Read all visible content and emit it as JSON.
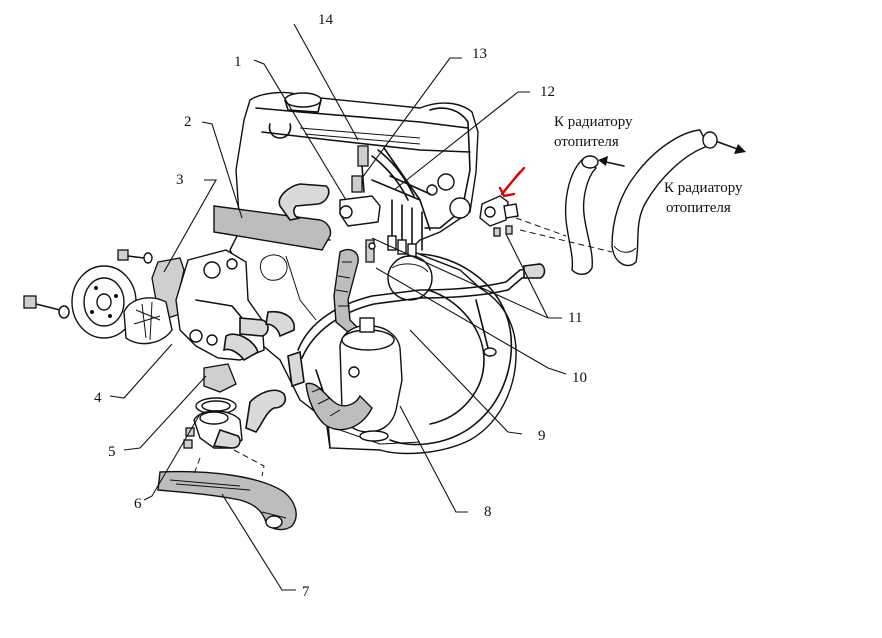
{
  "callouts": [
    {
      "id": "1",
      "label": "1"
    },
    {
      "id": "2",
      "label": "2"
    },
    {
      "id": "3",
      "label": "3"
    },
    {
      "id": "4",
      "label": "4"
    },
    {
      "id": "5",
      "label": "5"
    },
    {
      "id": "6",
      "label": "6"
    },
    {
      "id": "7",
      "label": "7"
    },
    {
      "id": "8",
      "label": "8"
    },
    {
      "id": "9",
      "label": "9"
    },
    {
      "id": "10",
      "label": "10"
    },
    {
      "id": "11",
      "label": "11"
    },
    {
      "id": "12",
      "label": "12"
    },
    {
      "id": "13",
      "label": "13"
    },
    {
      "id": "14",
      "label": "14"
    }
  ],
  "annotations": {
    "heater_hose_top_line1": "К радиатору",
    "heater_hose_top_line2": "отопителя",
    "heater_hose_right_line1": "К  радиатору",
    "heater_hose_right_line2": "отопителя"
  },
  "colors": {
    "line": "#111111",
    "highlight_arrow": "#e00000",
    "background": "#ffffff"
  }
}
